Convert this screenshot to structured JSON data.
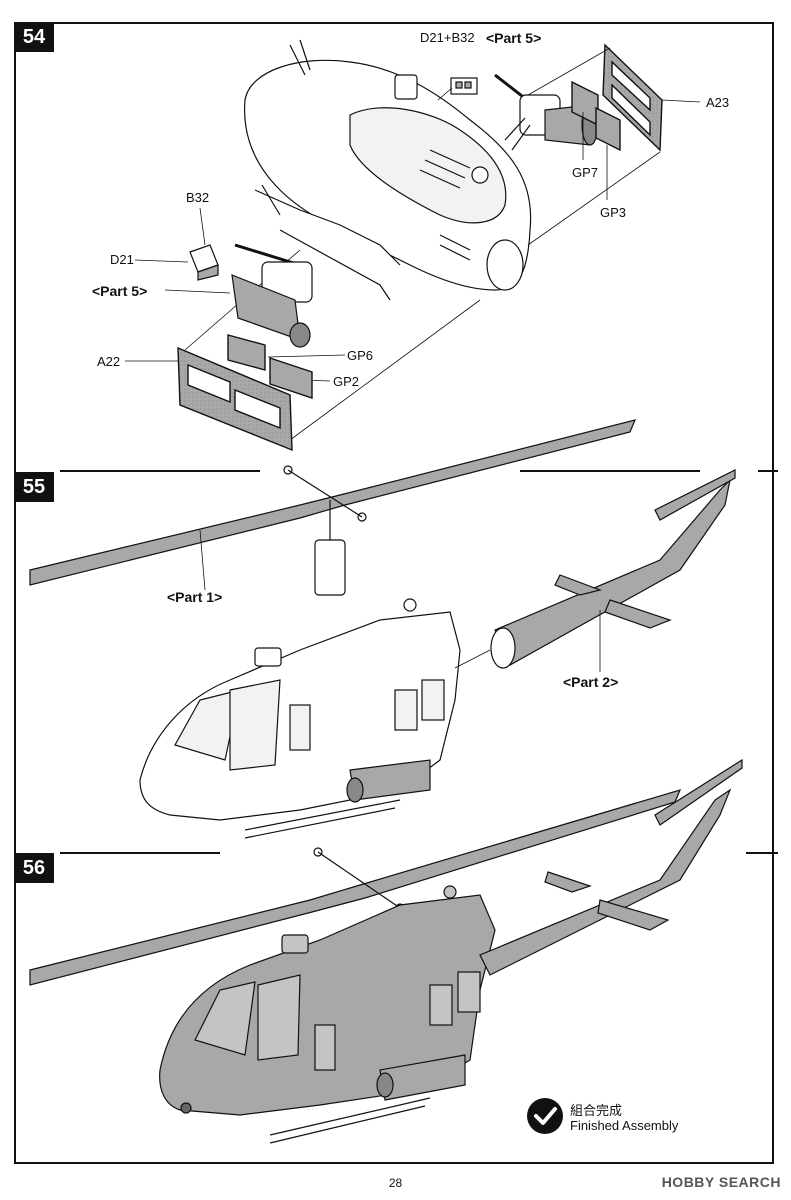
{
  "steps": {
    "s54": "54",
    "s55": "55",
    "s56": "56"
  },
  "step54": {
    "label_d21_b32": "D21+B32",
    "label_part5_top": "<Part 5>",
    "label_a23": "A23",
    "label_gp7": "GP7",
    "label_gp3": "GP3",
    "label_b32": "B32",
    "label_d21": "D21",
    "label_part5_left": "<Part 5>",
    "label_a22": "A22",
    "label_gp6": "GP6",
    "label_gp2": "GP2"
  },
  "step55": {
    "label_part1": "<Part 1>",
    "label_part2": "<Part 2>"
  },
  "step56": {
    "finished_zh": "組合完成",
    "finished_en": "Finished Assembly"
  },
  "footer": {
    "page_number": "28",
    "watermark": "HOBBY SEARCH"
  },
  "colors": {
    "ink": "#111111",
    "fill": "#a8a8a8",
    "paper": "#ffffff"
  }
}
